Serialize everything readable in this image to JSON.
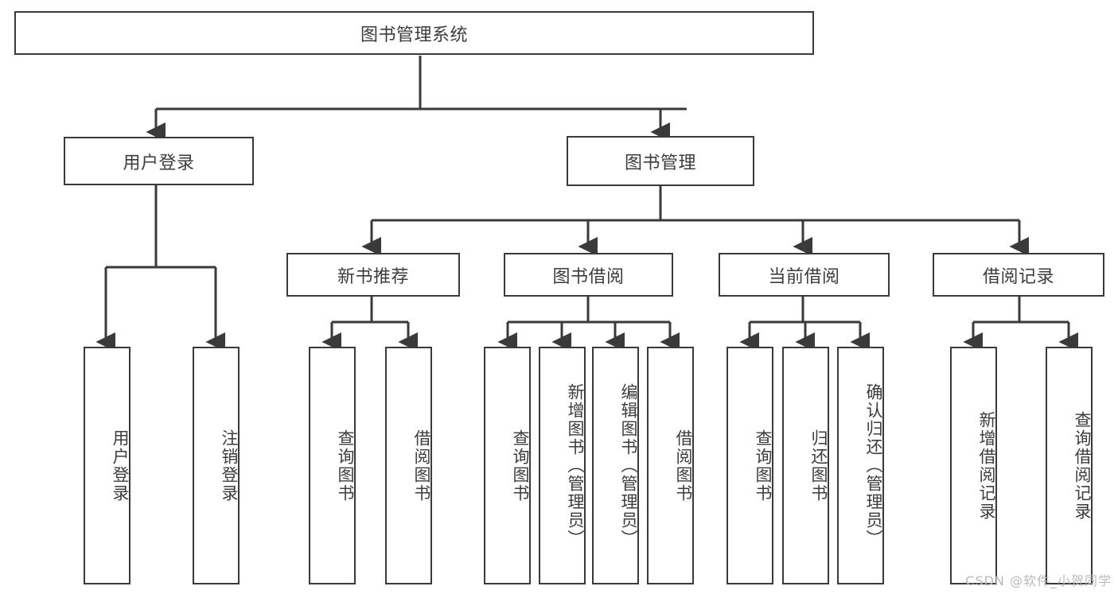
{
  "diagram": {
    "type": "tree",
    "title": "图书管理系统",
    "orientation": "top-down",
    "stroke_color": "#3a3a3a",
    "text_color": "#3c3c3c",
    "background_color": "#ffffff"
  },
  "nodes": {
    "root": {
      "label": "图书管理系统",
      "level": 0
    },
    "user_login": {
      "label": "用户登录",
      "level": 1
    },
    "book_manage": {
      "label": "图书管理",
      "level": 1
    },
    "new_book_rec": {
      "label": "新书推荐",
      "level": 2
    },
    "book_borrow": {
      "label": "图书借阅",
      "level": 2
    },
    "current_borrow": {
      "label": "当前借阅",
      "level": 2
    },
    "borrow_record": {
      "label": "借阅记录",
      "level": 2
    }
  },
  "leaves": {
    "user_login_children": [
      {
        "label": "用户登录"
      },
      {
        "label": "注销登录"
      }
    ],
    "new_book_rec_children": [
      {
        "label": "查询图书"
      },
      {
        "label": "借阅图书"
      }
    ],
    "book_borrow_children": [
      {
        "label": "查询图书"
      },
      {
        "label": "新增图书（管理员）"
      },
      {
        "label": "编辑图书（管理员）"
      },
      {
        "label": "借阅图书"
      }
    ],
    "current_borrow_children": [
      {
        "label": "查询图书"
      },
      {
        "label": "归还图书"
      },
      {
        "label": "确认归还（管理员）"
      }
    ],
    "borrow_record_children": [
      {
        "label": "新增借阅记录"
      },
      {
        "label": "查询借阅记录"
      }
    ]
  },
  "watermark": {
    "text": "CSDN @软件_小贺同学"
  }
}
